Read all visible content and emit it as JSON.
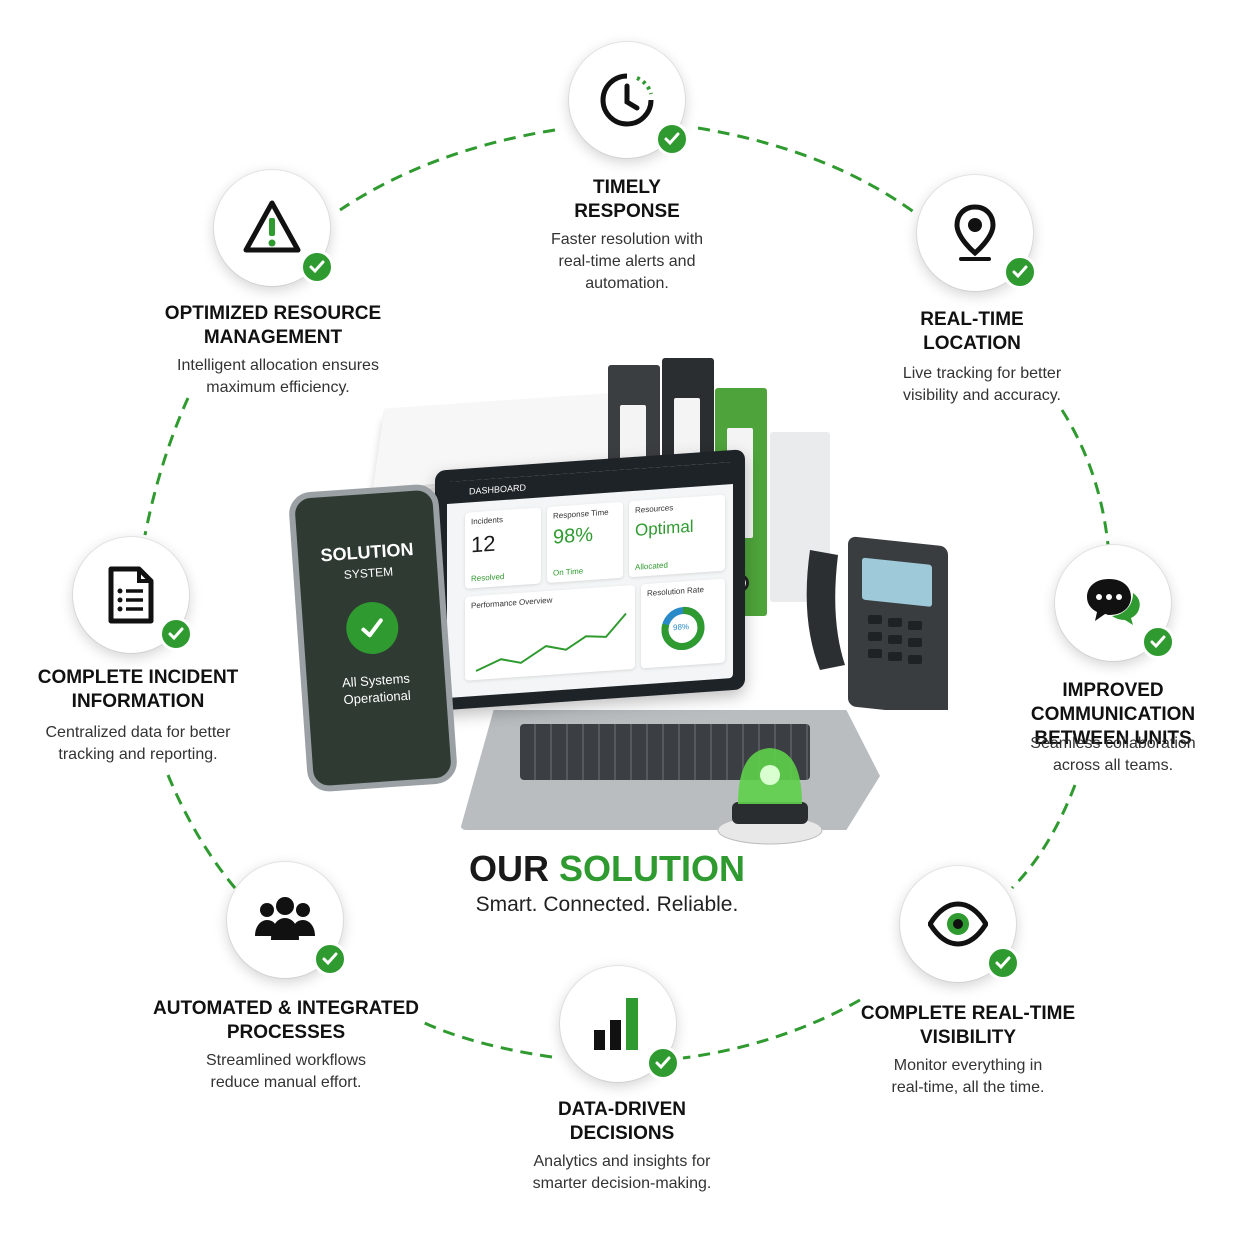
{
  "center": {
    "title_word1": "OUR",
    "title_word2": "SOLUTION",
    "subtitle": "Smart. Connected. Reliable."
  },
  "features": [
    {
      "icon": "clock-icon",
      "title": "TIMELY\nRESPONSE",
      "description": "Faster resolution with\nreal-time alerts and\nautomation."
    },
    {
      "icon": "location-pin-icon",
      "title": "REAL-TIME\nLOCATION",
      "description": "Live tracking for better\nvisibility and accuracy."
    },
    {
      "icon": "chat-bubbles-icon",
      "title": "IMPROVED COMMUNICATION\nBETWEEN UNITS",
      "description": "Seamless collaboration\nacross all teams."
    },
    {
      "icon": "eye-icon",
      "title": "COMPLETE REAL-TIME\nVISIBILITY",
      "description": "Monitor everything in\nreal-time, all the time."
    },
    {
      "icon": "bar-chart-icon",
      "title": "DATA-DRIVEN\nDECISIONS",
      "description": "Analytics and insights for\nsmarter decision-making."
    },
    {
      "icon": "people-group-icon",
      "title": "AUTOMATED & INTEGRATED\nPROCESSES",
      "description": "Streamlined workflows\nreduce manual effort."
    },
    {
      "icon": "document-list-icon",
      "title": "COMPLETE INCIDENT\nINFORMATION",
      "description": "Centralized data for better\ntracking and reporting."
    },
    {
      "icon": "warning-triangle-icon",
      "title": "OPTIMIZED RESOURCE\nMANAGEMENT",
      "description": "Intelligent allocation ensures\nmaximum efficiency."
    }
  ],
  "phone": {
    "title": "SOLUTION",
    "subtitle": "SYSTEM",
    "status": "All Systems\nOperational"
  },
  "dashboard": {
    "header": "DASHBOARD",
    "incidents_label": "Incidents",
    "incidents_value": "12",
    "incidents_foot": "Resolved",
    "response_label": "Response Time",
    "response_value": "98%",
    "response_foot": "On Time",
    "resources_label": "Resources",
    "resources_value": "Optimal",
    "resources_foot": "Allocated",
    "performance_label": "Performance Overview",
    "resolution_label": "Resolution Rate",
    "resolution_value": "98%"
  },
  "colors": {
    "accent": "#2f9a2f",
    "dark": "#1a1a1a",
    "ring_dash": "#2f9a2f"
  }
}
